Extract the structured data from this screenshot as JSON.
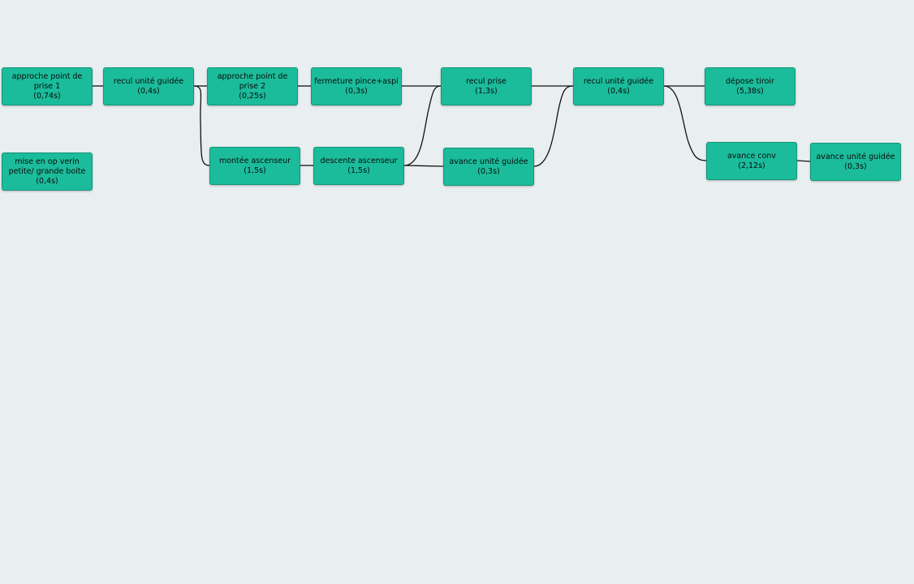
{
  "nodes": [
    {
      "label": "approche point de prise 1",
      "duration": "(0,74s)"
    },
    {
      "label": "recul unité guidée",
      "duration": "(0,4s)"
    },
    {
      "label": "approche point de prise 2",
      "duration": "(0,25s)"
    },
    {
      "label": "fermeture pince+aspi",
      "duration": "(0,3s)"
    },
    {
      "label": "recul prise",
      "duration": "(1,3s)"
    },
    {
      "label": "recul unité guidée",
      "duration": "(0,4s)"
    },
    {
      "label": "dépose tiroir",
      "duration": "(5,38s)"
    },
    {
      "label": "mise en op verin petite/ grande boite",
      "duration": "(0,4s)"
    },
    {
      "label": "montée ascenseur",
      "duration": "(1,5s)"
    },
    {
      "label": "descente ascenseur",
      "duration": "(1,5s)"
    },
    {
      "label": "avance unité guidée",
      "duration": "(0,3s)"
    },
    {
      "label": "avance conv",
      "duration": "(2,12s)"
    },
    {
      "label": "avance unité guidée",
      "duration": "(0,3s)"
    }
  ],
  "colors": {
    "background": "#e9eef0",
    "node_fill": "#1bbc9b",
    "node_border": "#14967b",
    "edge": "#111111"
  }
}
